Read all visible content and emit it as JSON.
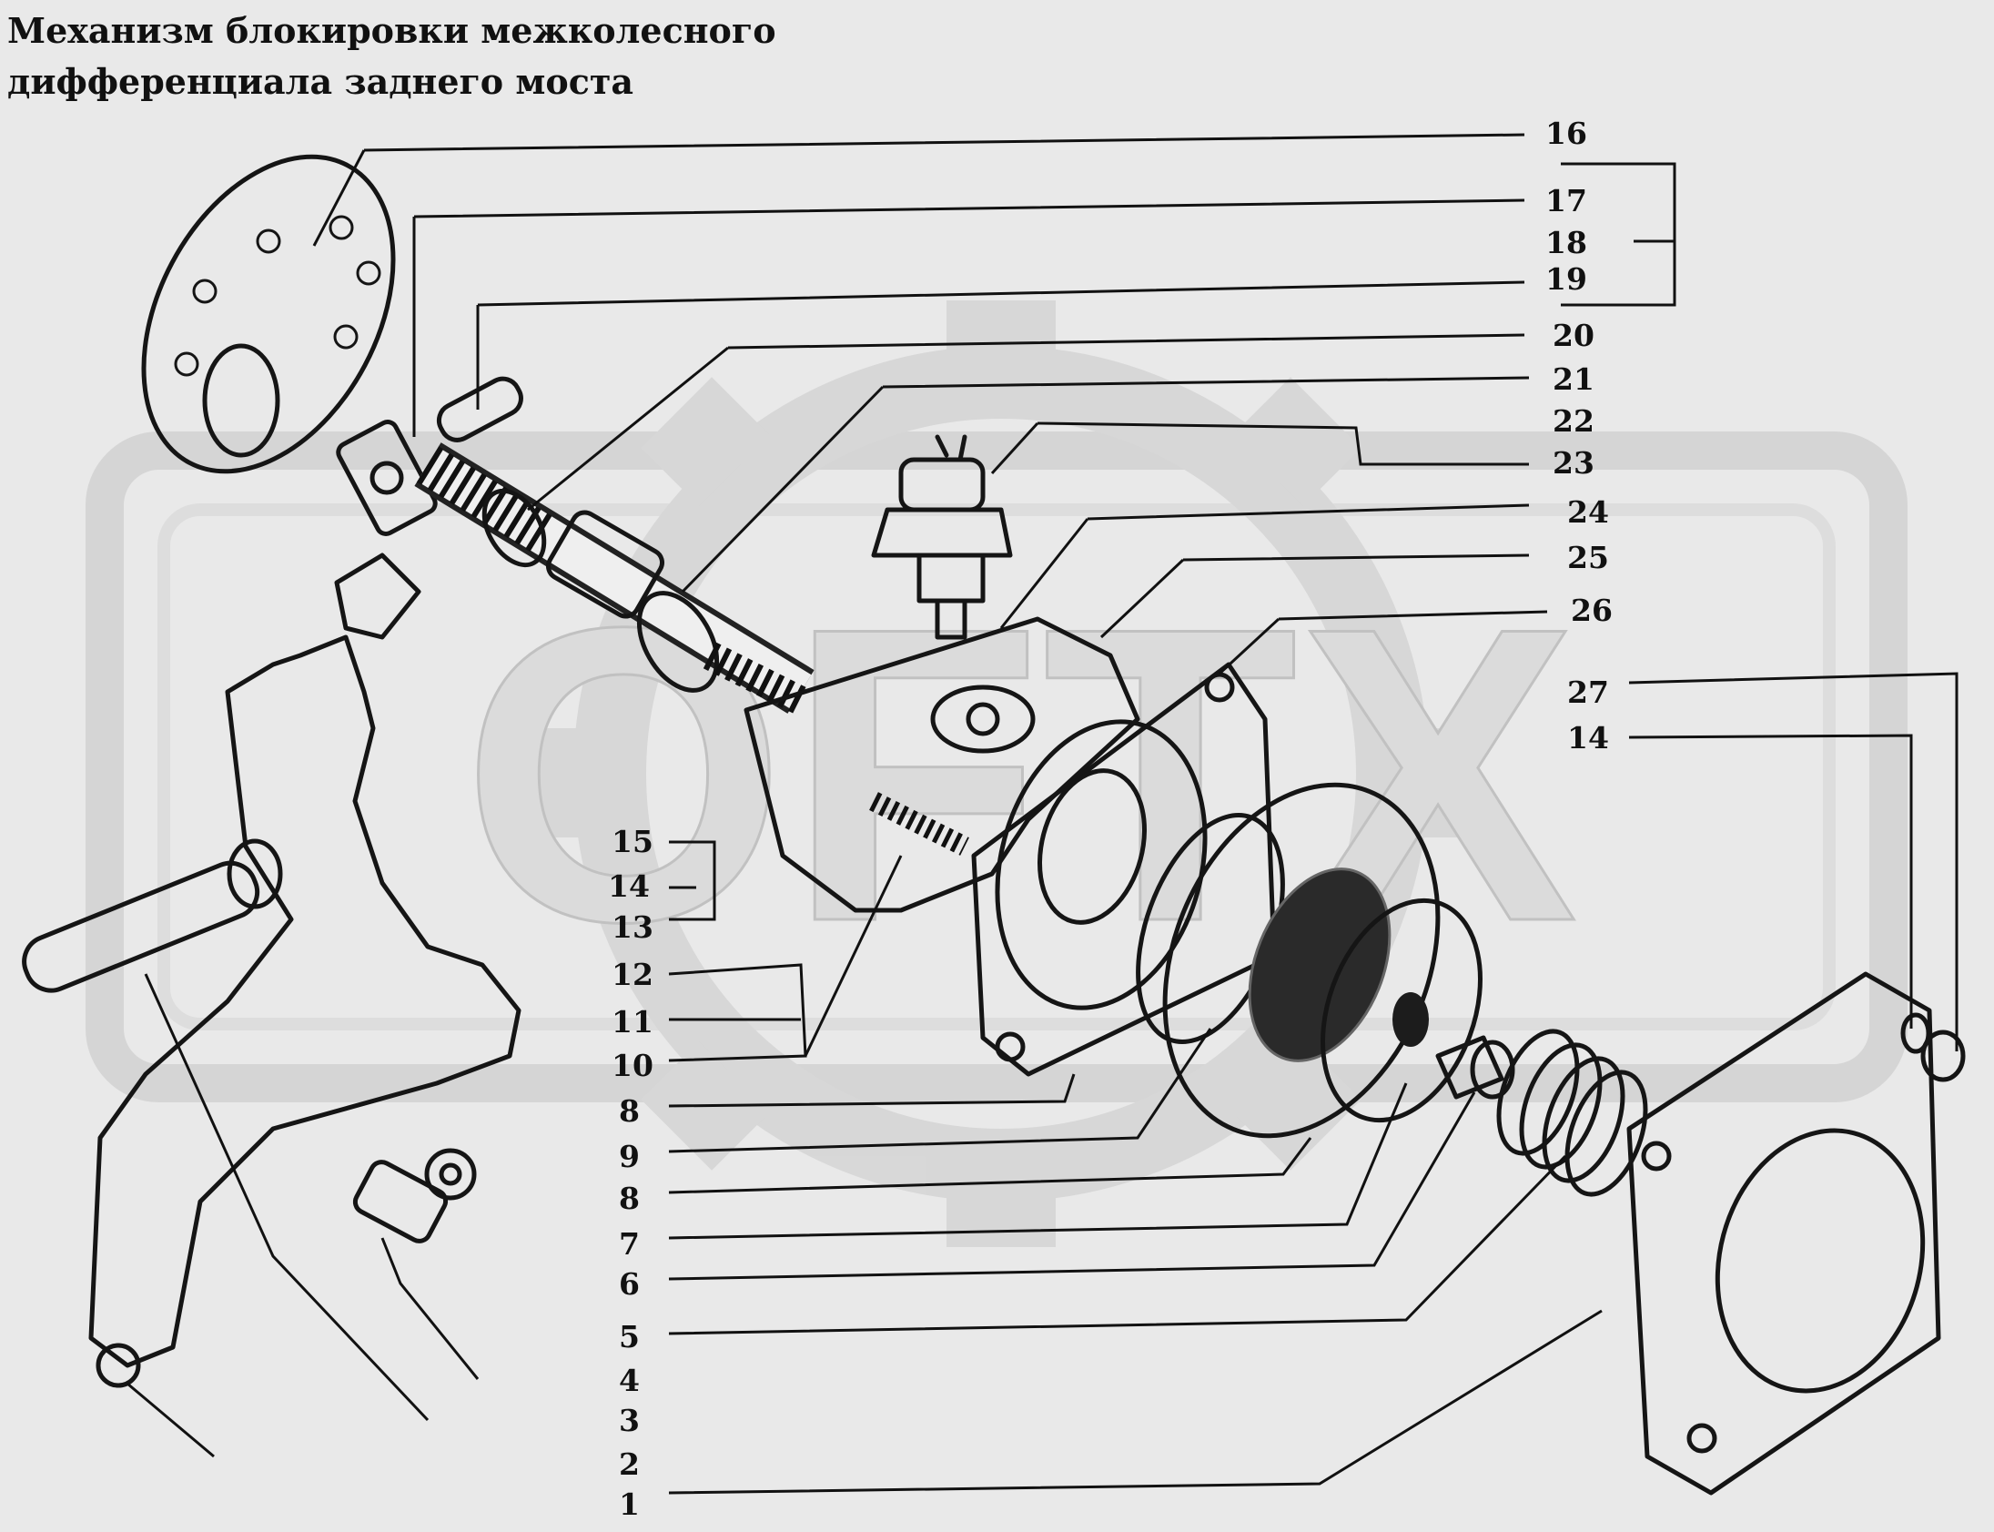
{
  "title": {
    "line1": "Механизм блокировки межколесного",
    "line2": "дифференциала заднего моста"
  },
  "watermark": {
    "text": "OFTX",
    "color": "#d3d3d3"
  },
  "callouts": [
    {
      "id": "c16",
      "text": "16"
    },
    {
      "id": "c17",
      "text": "17"
    },
    {
      "id": "c18",
      "text": "18"
    },
    {
      "id": "c19",
      "text": "19"
    },
    {
      "id": "c20",
      "text": "20"
    },
    {
      "id": "c21",
      "text": "21"
    },
    {
      "id": "c22",
      "text": "22"
    },
    {
      "id": "c23",
      "text": "23"
    },
    {
      "id": "c24",
      "text": "24"
    },
    {
      "id": "c25",
      "text": "25"
    },
    {
      "id": "c26",
      "text": "26"
    },
    {
      "id": "c27",
      "text": "27"
    },
    {
      "id": "c14r",
      "text": "14"
    },
    {
      "id": "c15",
      "text": "15"
    },
    {
      "id": "c14l",
      "text": "14"
    },
    {
      "id": "c13",
      "text": "13"
    },
    {
      "id": "c12",
      "text": "12"
    },
    {
      "id": "c11",
      "text": "11"
    },
    {
      "id": "c10",
      "text": "10"
    },
    {
      "id": "c8a",
      "text": "8"
    },
    {
      "id": "c9",
      "text": "9"
    },
    {
      "id": "c8b",
      "text": "8"
    },
    {
      "id": "c7",
      "text": "7"
    },
    {
      "id": "c6",
      "text": "6"
    },
    {
      "id": "c5",
      "text": "5"
    },
    {
      "id": "c4",
      "text": "4"
    },
    {
      "id": "c3",
      "text": "3"
    },
    {
      "id": "c2",
      "text": "2"
    },
    {
      "id": "c1",
      "text": "1"
    }
  ]
}
